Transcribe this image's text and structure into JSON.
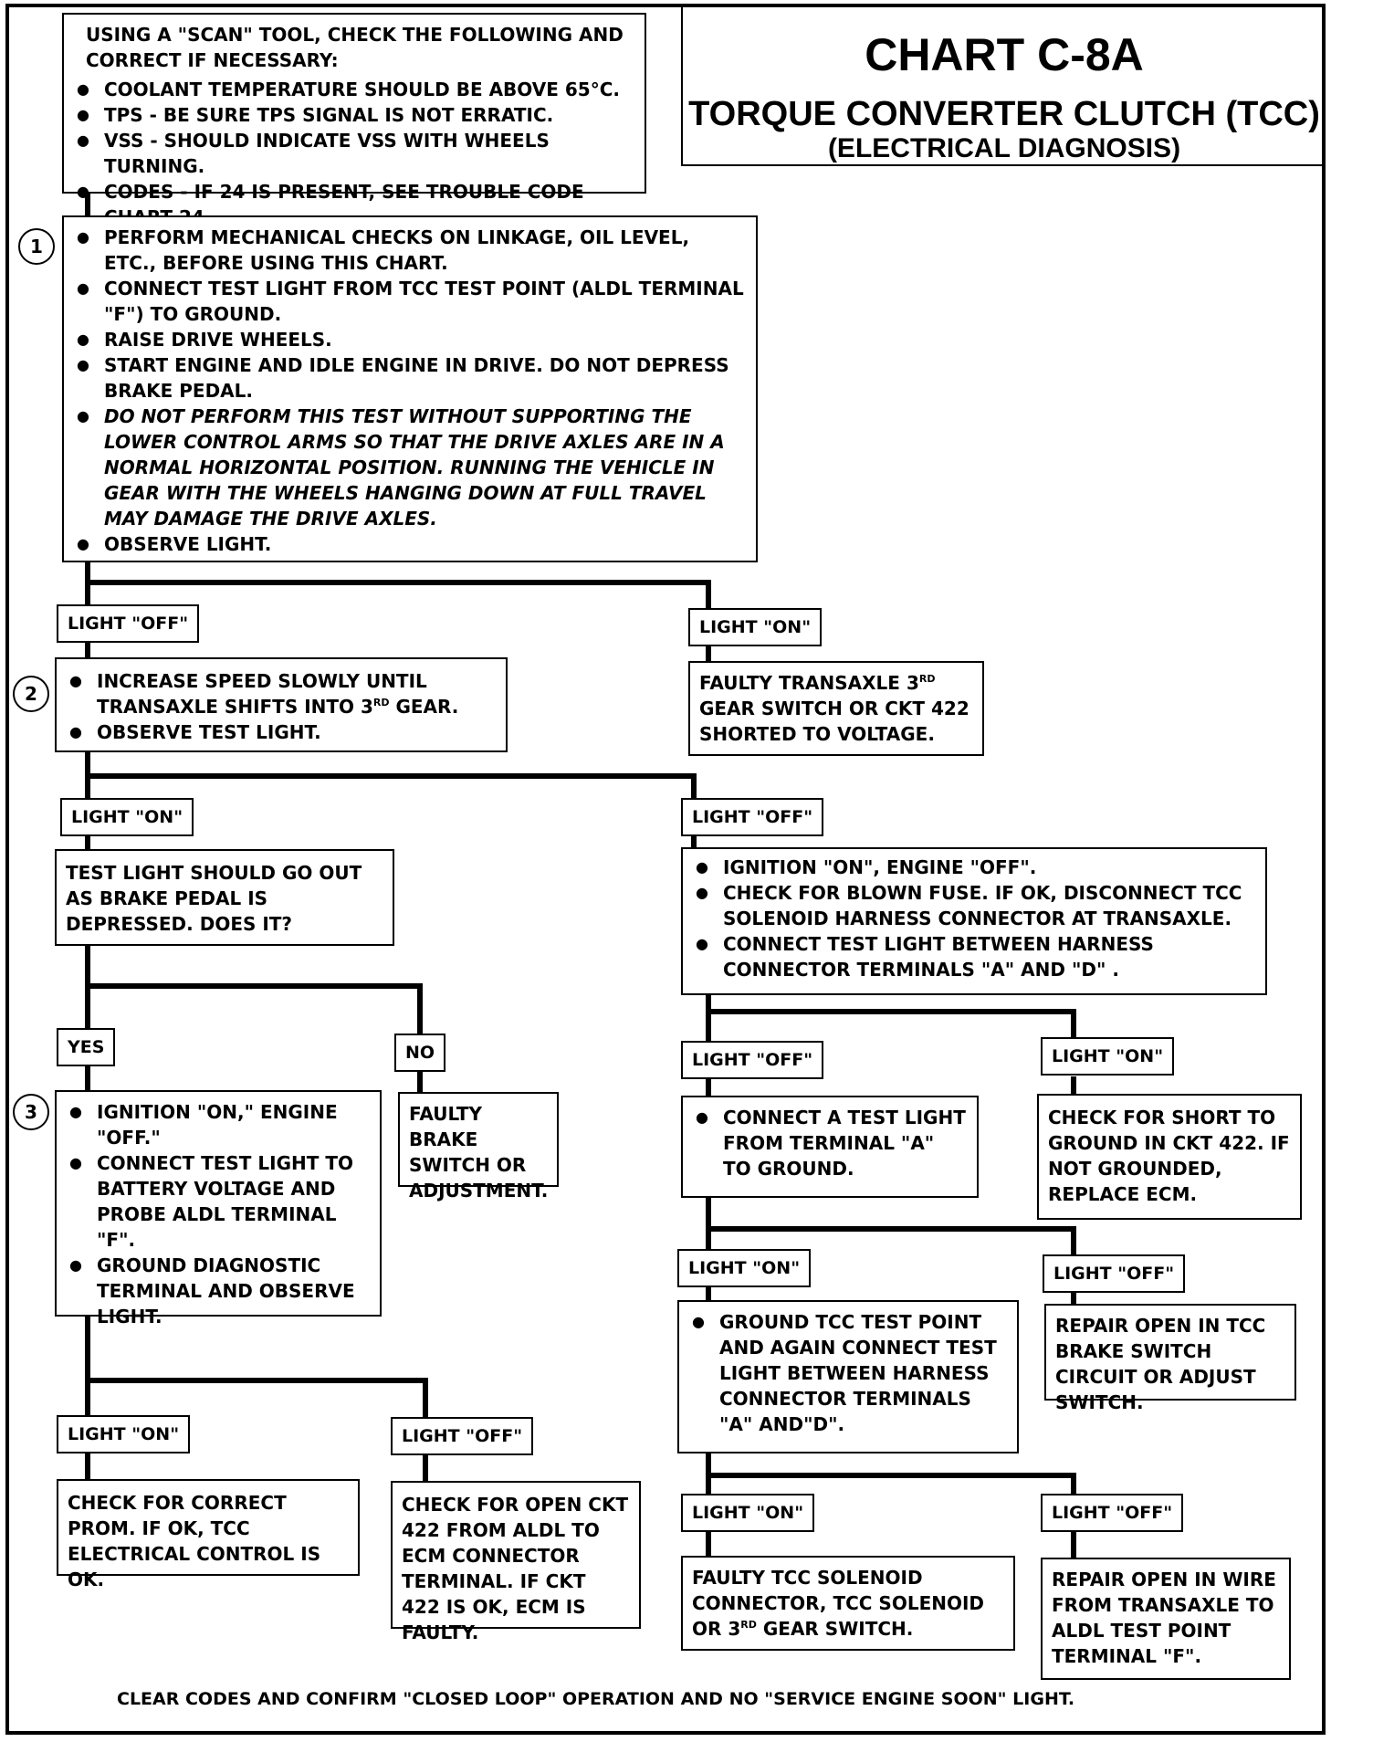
{
  "title": {
    "chart": "CHART C-8A",
    "subtitle": "TORQUE CONVERTER CLUTCH (TCC)",
    "subtitle2": "(ELECTRICAL DIAGNOSIS)"
  },
  "intro": {
    "heading": "USING A \"SCAN\" TOOL, CHECK THE FOLLOWING AND CORRECT IF NECESSARY:",
    "items": [
      "COOLANT TEMPERATURE SHOULD BE ABOVE 65°C.",
      "TPS - BE SURE TPS SIGNAL IS NOT ERRATIC.",
      "VSS - SHOULD INDICATE VSS WITH WHEELS TURNING.",
      "CODES - IF 24 IS PRESENT, SEE TROUBLE CODE  CHART 24."
    ]
  },
  "step1": {
    "number": "1",
    "items": [
      "PERFORM MECHANICAL CHECKS ON LINKAGE, OIL LEVEL, ETC., BEFORE USING THIS CHART.",
      "CONNECT TEST LIGHT FROM TCC TEST POINT (ALDL TERMINAL \"F\") TO GROUND.",
      "RAISE DRIVE WHEELS.",
      "START ENGINE AND IDLE ENGINE IN DRIVE.  DO NOT DEPRESS BRAKE PEDAL.",
      "DO NOT PERFORM THIS TEST WITHOUT SUPPORTING THE LOWER CONTROL ARMS SO THAT THE DRIVE AXLES ARE IN A NORMAL HORIZONTAL POSITION.  RUNNING THE  VEHICLE IN GEAR WITH THE WHEELS HANGING DOWN AT FULL TRAVEL MAY DAMAGE THE DRIVE AXLES.",
      "OBSERVE LIGHT."
    ]
  },
  "labels": {
    "l1_off": "LIGHT \"OFF\"",
    "l1_on": "LIGHT \"ON\"",
    "l2_on": "LIGHT \"ON\"",
    "l2_off": "LIGHT \"OFF\"",
    "yes": "YES",
    "no": "NO",
    "l3_on": "LIGHT \"ON\"",
    "l3_off": "LIGHT \"OFF\"",
    "r1_off": "LIGHT \"OFF\"",
    "r1_on": "LIGHT \"ON\"",
    "r2_on": "LIGHT \"ON\"",
    "r2_off": "LIGHT \"OFF\"",
    "r3_on": "LIGHT \"ON\"",
    "r3_off": "LIGHT \"OFF\""
  },
  "step2": {
    "number": "2",
    "items": [
      "INCREASE SPEED SLOWLY UNTIL TRANSAXLE SHIFTS INTO 3RD GEAR.",
      "OBSERVE TEST LIGHT."
    ]
  },
  "faulty_3rd": "FAULTY TRANSAXLE 3RD GEAR  SWITCH OR CKT 422 SHORTED TO VOLTAGE.",
  "brake_test": "TEST LIGHT SHOULD GO OUT AS BRAKE PEDAL IS DEPRESSED. DOES IT?",
  "faulty_brake": "FAULTY BRAKE SWITCH OR ADJUSTMENT.",
  "step3": {
    "number": "3",
    "items": [
      "IGNITION \"ON,\" ENGINE \"OFF.\"",
      "CONNECT TEST LIGHT TO BATTERY VOLTAGE AND PROBE ALDL TERMINAL \"F\".",
      "GROUND DIAGNOSTIC TERMINAL AND OBSERVE LIGHT."
    ]
  },
  "prom_check": "CHECK FOR CORRECT PROM. IF OK, TCC ELECTRICAL CONTROL IS OK.",
  "open_ckt": "CHECK FOR OPEN CKT 422 FROM ALDL TO ECM CONNECTOR TERMINAL.  IF CKT 422 IS OK, ECM IS FAULTY.",
  "ign_check": {
    "items": [
      "IGNITION \"ON\",  ENGINE \"OFF\".",
      "CHECK FOR BLOWN FUSE.  IF OK, DISCONNECT TCC SOLENOID HARNESS CONNECTOR AT TRANSAXLE.",
      "CONNECT TEST LIGHT BETWEEN HARNESS CONNECTOR TERMINALS \"A\" AND \"D\" ."
    ]
  },
  "term_a": {
    "items": [
      "CONNECT A TEST LIGHT FROM TERMINAL \"A\" TO GROUND."
    ]
  },
  "short_check": "CHECK FOR SHORT TO GROUND IN CKT 422.  IF NOT GROUNDED, REPLACE ECM.",
  "ground_tcc": {
    "items": [
      "GROUND TCC TEST POINT AND AGAIN CONNECT TEST LIGHT BETWEEN  HARNESS CONNECTOR TERMINALS \"A\" AND\"D\"."
    ]
  },
  "repair_brake": "REPAIR OPEN IN TCC BRAKE SWITCH CIRCUIT OR ADJUST SWITCH.",
  "faulty_solenoid": "FAULTY TCC SOLENOID CONNECTOR, TCC SOLENOID OR 3RD GEAR  SWITCH.",
  "repair_wire": "REPAIR OPEN IN WIRE FROM TRANSAXLE TO ALDL TEST POINT TERMINAL \"F\".",
  "footer": "CLEAR CODES AND CONFIRM \"CLOSED LOOP\" OPERATION AND NO \"SERVICE ENGINE SOON\" LIGHT."
}
